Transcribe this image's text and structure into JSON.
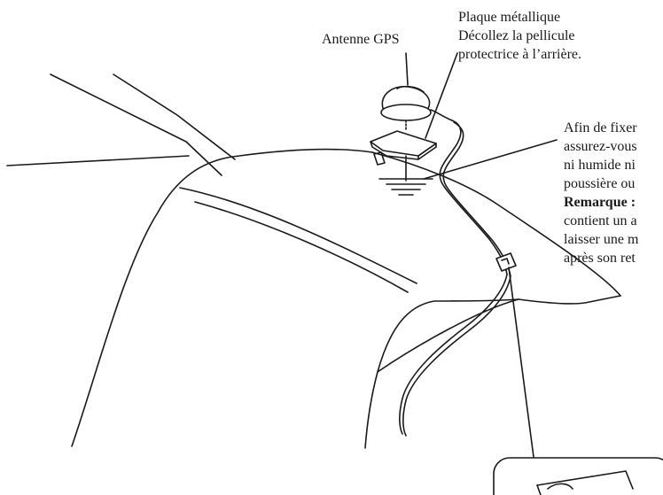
{
  "labels": {
    "gps_antenna": "Antenne GPS",
    "metal_plate": {
      "line1": "Plaque métallique",
      "line2": "Décollez la pellicule",
      "line3": "protectrice à l’arrière."
    },
    "mounting_note": {
      "line1": "Afin de fixer",
      "line2": "assurez-vous",
      "line3": "ni humide ni",
      "line4": "poussière ou",
      "line5_bold": "Remarque :",
      "line6": "contient un a",
      "line7": "laisser une m",
      "line8": "après son ret"
    }
  },
  "colors": {
    "line": "#1a1a1a",
    "background": "#ffffff"
  }
}
